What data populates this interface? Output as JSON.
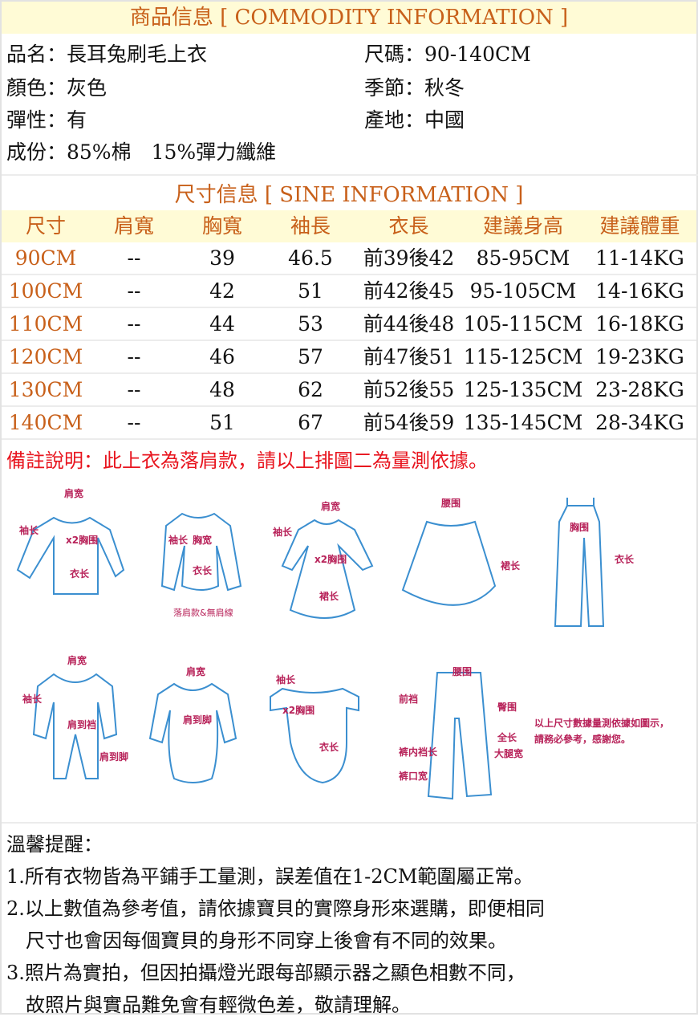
{
  "header": {
    "title": "商品信息 [ COMMODITY INFORMATION ]"
  },
  "info": {
    "name": "品名：長耳兔刷毛上衣",
    "size": "尺碼：90-140CM",
    "color": "顏色：灰色",
    "season": "季節：秋冬",
    "elastic": "彈性：有",
    "origin": "產地：中國",
    "material": "成份：85%棉　15%彈力纖維"
  },
  "size_section": {
    "title": "尺寸信息 [ SINE INFORMATION ]",
    "headers": [
      "尺寸",
      "肩寬",
      "胸寬",
      "袖長",
      "衣長",
      "建議身高",
      "建議體重"
    ],
    "rows": [
      [
        "90CM",
        "--",
        "39",
        "46.5",
        "前39後42",
        "85-95CM",
        "11-14KG"
      ],
      [
        "100CM",
        "--",
        "42",
        "51",
        "前42後45",
        "95-105CM",
        "14-16KG"
      ],
      [
        "110CM",
        "--",
        "44",
        "53",
        "前44後48",
        "105-115CM",
        "16-18KG"
      ],
      [
        "120CM",
        "--",
        "46",
        "57",
        "前47後51",
        "115-125CM",
        "19-23KG"
      ],
      [
        "130CM",
        "--",
        "48",
        "62",
        "前52後55",
        "125-135CM",
        "23-28KG"
      ],
      [
        "140CM",
        "--",
        "51",
        "67",
        "前54後59",
        "135-145CM",
        "28-34KG"
      ]
    ]
  },
  "note": "備註說明：此上衣為落肩款，請以上排圖二為量測依據。",
  "diagram": {
    "d1": [
      "肩宽",
      "袖长",
      "x2胸围",
      "衣长"
    ],
    "d2": [
      "袖长",
      "胸宽",
      "衣长",
      "落肩款&無肩線"
    ],
    "d3": [
      "肩宽",
      "袖长",
      "x2胸围",
      "裙长"
    ],
    "d4": [
      "腰围",
      "裙长"
    ],
    "d5": [
      "胸围",
      "衣长"
    ],
    "d6": [
      "肩宽",
      "袖长",
      "肩到裆",
      "肩到脚"
    ],
    "d7": [
      "肩宽",
      "肩到脚"
    ],
    "d8": [
      "袖长",
      "x2胸围",
      "衣长"
    ],
    "d9": [
      "腰围",
      "前裆",
      "臀围",
      "全长",
      "大腿宽",
      "裤内裆长",
      "裤口宽"
    ],
    "caption1": "以上尺寸數據量測依據如圖示，",
    "caption2": "請務必參考，感謝您。"
  },
  "tips": {
    "title": "溫馨提醒：",
    "l1": "1.所有衣物皆為平鋪手工量測，誤差值在1-2CM範圍屬正常。",
    "l2a": "2.以上數值為參考值，請依據寶貝的實際身形來選購，即便相同",
    "l2b": "　尺寸也會因每個寶貝的身形不同穿上後會有不同的效果。",
    "l3a": "3.照片為實拍，但因拍攝燈光跟每部顯示器之顯色相數不同，",
    "l3b": "　故照片與實品難免會有輕微色差，敬請理解。"
  }
}
